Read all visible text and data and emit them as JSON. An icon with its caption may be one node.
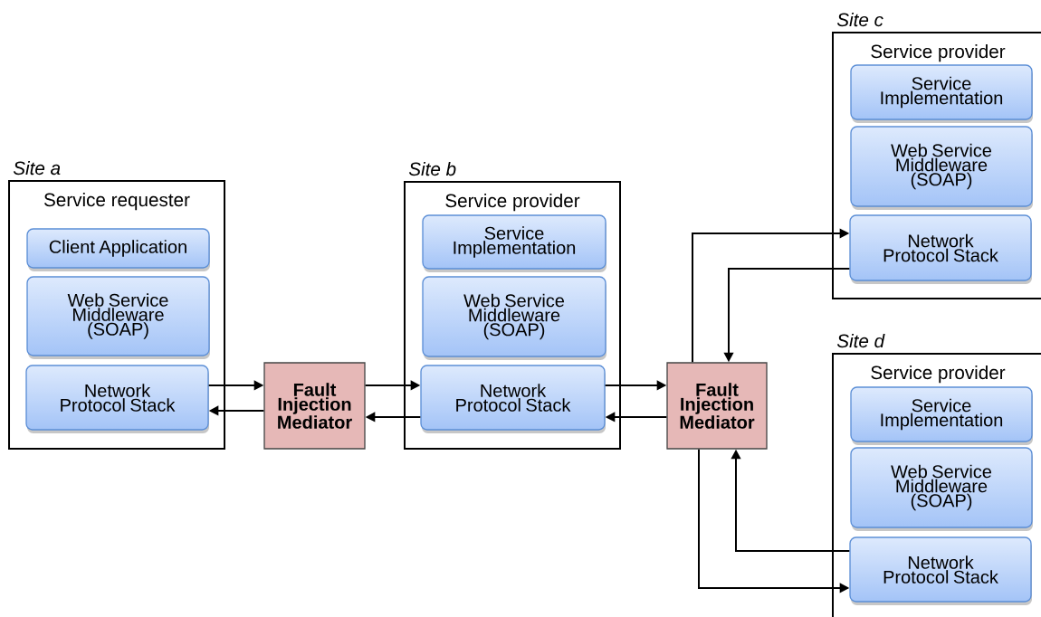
{
  "diagram": {
    "nodes": [
      {
        "text": [
          "Site a",
          "Service requester"
        ]
      },
      {
        "text": [
          "Client Application"
        ],
        "in": 0
      },
      {
        "text": [
          "Web Service Middleware (SOAP)"
        ],
        "in": 0
      },
      {
        "text": [
          "Network Protocol Stack"
        ],
        "in": 0
      },
      {
        "text": [
          "Fault Injection Mediator"
        ]
      },
      {
        "text": [
          "Site b",
          "Service provider"
        ]
      },
      {
        "text": [
          "Service Implementation"
        ],
        "in": 5
      },
      {
        "text": [
          "Web Service Middleware (SOAP)"
        ],
        "in": 5
      },
      {
        "text": [
          "Network Protocol Stack"
        ],
        "in": 5
      },
      {
        "text": [
          "Fault Injection Mediator"
        ]
      },
      {
        "text": [
          "Site c",
          "Service provider"
        ]
      },
      {
        "text": [
          "Service Implementation"
        ],
        "in": 10
      },
      {
        "text": [
          "Web Service Middleware (SOAP)"
        ],
        "in": 10
      },
      {
        "text": [
          "Network Protocol Stack"
        ],
        "in": 10
      },
      {
        "text": [
          "Site d",
          "Service provider"
        ]
      },
      {
        "text": [
          "Service Implementation"
        ],
        "in": 14
      },
      {
        "text": [
          "Web Service Middleware (SOAP)"
        ],
        "in": 14
      },
      {
        "text": [
          "Network Protocol Stack"
        ],
        "in": 14
      }
    ],
    "edges": [
      {
        "from": 3,
        "to": 4,
        "arrow": "to"
      },
      {
        "from": 4,
        "to": 3,
        "arrow": "to"
      },
      {
        "from": 4,
        "to": 8,
        "arrow": "to"
      },
      {
        "from": 8,
        "to": 4,
        "arrow": "to"
      },
      {
        "from": 8,
        "to": 9,
        "arrow": "to"
      },
      {
        "from": 9,
        "to": 8,
        "arrow": "to"
      },
      {
        "from": 9,
        "to": 13,
        "arrow": "to"
      },
      {
        "from": 13,
        "to": 9,
        "arrow": "to"
      },
      {
        "from": 9,
        "to": 17,
        "arrow": "to"
      },
      {
        "from": 17,
        "to": 9,
        "arrow": "to"
      }
    ]
  }
}
